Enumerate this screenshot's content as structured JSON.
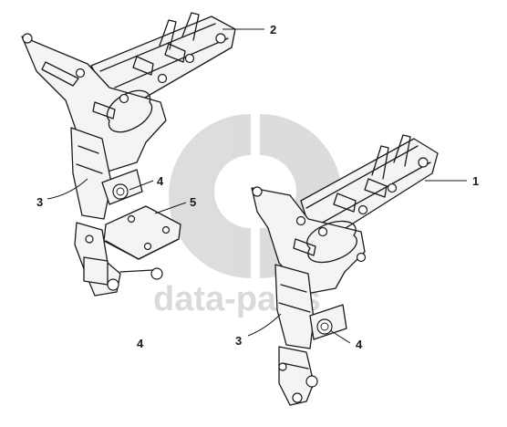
{
  "callouts": {
    "c1": "1",
    "c2": "2",
    "c3a": "3",
    "c3b": "3",
    "c4a": "4",
    "c4b": "4",
    "c4c": "4",
    "c5": "5"
  },
  "watermark": {
    "logo_text": "data-parts",
    "color": "#bdbdbd"
  }
}
